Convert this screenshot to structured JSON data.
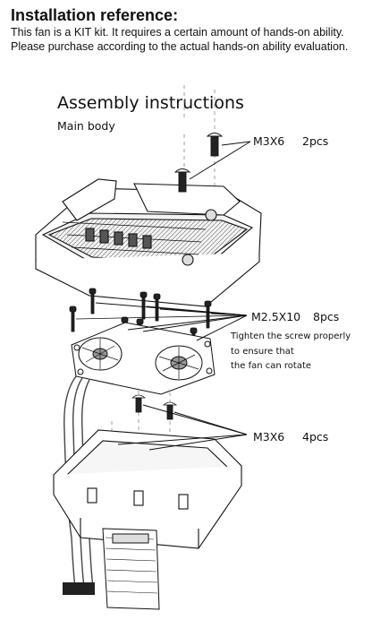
{
  "header": {
    "title": "Installation reference:",
    "line1": "This fan is a KIT kit. It requires a certain amount of hands-on ability.",
    "line2": "Please purchase according to the actual hands-on ability evaluation."
  },
  "assembly": {
    "title": "Assembly instructions",
    "subtitle": "Main body"
  },
  "callouts": {
    "top": {
      "spec": "M3X6",
      "qty": "2pcs"
    },
    "middle": {
      "spec": "M2.5X10",
      "qty": "8pcs"
    },
    "bottom": {
      "spec": "M3X6",
      "qty": "4pcs"
    }
  },
  "note": {
    "line1": "Tighten the screw properly",
    "line2": "to ensure that",
    "line3": "the fan can rotate"
  }
}
